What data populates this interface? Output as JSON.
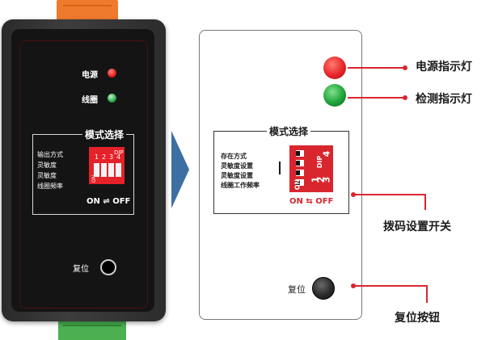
{
  "device_photo": {
    "power_label": "电源",
    "coil_label": "线圈",
    "mode_title": "模式选择",
    "dip_items": [
      "输出方式",
      "灵敏度",
      "灵敏度",
      "线圈频率"
    ],
    "dip_text": "DIP",
    "dip_numbers": [
      "1",
      "2",
      "3",
      "4"
    ],
    "on_off": "ON ⇌ OFF",
    "switch_on_text": "ON",
    "reset_label": "复位"
  },
  "schematic": {
    "mode_title": "模式选择",
    "dip_items": [
      "存在方式",
      "灵敏度设置",
      "灵敏度设置",
      "线圈工作频率"
    ],
    "dip_text": "DIP",
    "dip_numbers": [
      "1",
      "2",
      "3",
      "4"
    ],
    "switch_on_text": "ON",
    "on_off": "ON ⇆ OFF",
    "reset_label": "复位"
  },
  "callouts": {
    "power_led": "电源指示灯",
    "detect_led": "检测指示灯",
    "dip_switch": "拨码设置开关",
    "reset_button": "复位按钮"
  },
  "colors": {
    "accent_red": "#d9262e",
    "led_red": "#e8262a",
    "led_green": "#1fa33a",
    "arrow_blue": "#3d6fa3"
  },
  "icons": {
    "arrow": "right-chevron-arrow"
  }
}
